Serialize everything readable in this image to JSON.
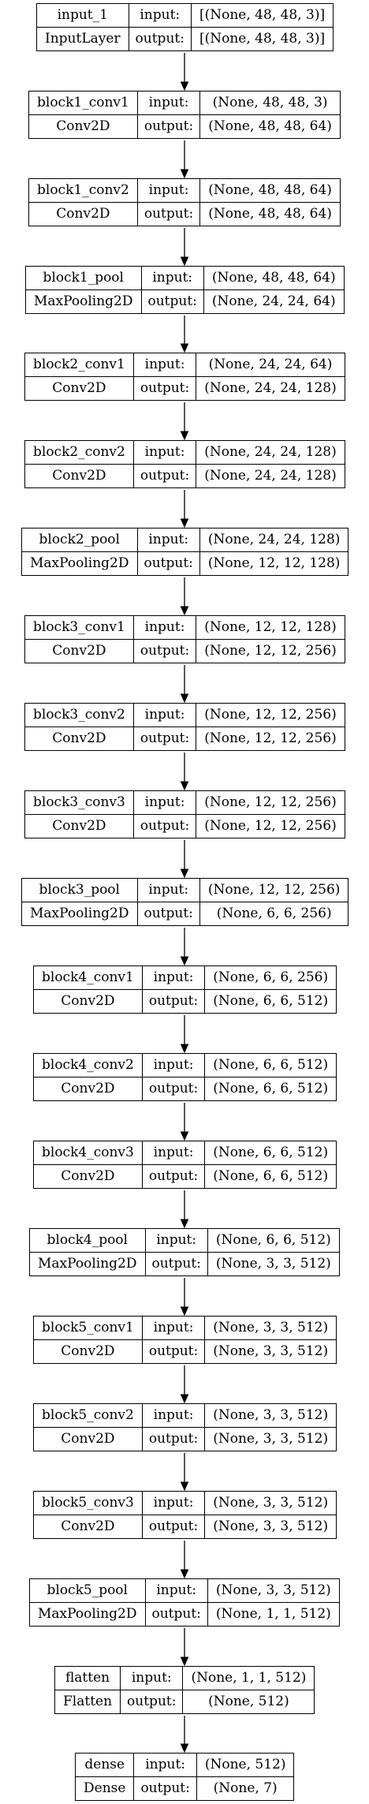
{
  "layers": [
    {
      "name": "input_1",
      "type": "InputLayer",
      "input_label": "input:",
      "output_label": "output:",
      "input_shape": "[(None, 48, 48, 3)]",
      "output_shape": "[(None, 48, 48, 3)]"
    },
    {
      "name": "block1_conv1",
      "type": "Conv2D",
      "input_label": "input:",
      "output_label": "output:",
      "input_shape": "(None, 48, 48, 3)",
      "output_shape": "(None, 48, 48, 64)"
    },
    {
      "name": "block1_conv2",
      "type": "Conv2D",
      "input_label": "input:",
      "output_label": "output:",
      "input_shape": "(None, 48, 48, 64)",
      "output_shape": "(None, 48, 48, 64)"
    },
    {
      "name": "block1_pool",
      "type": "MaxPooling2D",
      "input_label": "input:",
      "output_label": "output:",
      "input_shape": "(None, 48, 48, 64)",
      "output_shape": "(None, 24, 24, 64)"
    },
    {
      "name": "block2_conv1",
      "type": "Conv2D",
      "input_label": "input:",
      "output_label": "output:",
      "input_shape": "(None, 24, 24, 64)",
      "output_shape": "(None, 24, 24, 128)"
    },
    {
      "name": "block2_conv2",
      "type": "Conv2D",
      "input_label": "input:",
      "output_label": "output:",
      "input_shape": "(None, 24, 24, 128)",
      "output_shape": "(None, 24, 24, 128)"
    },
    {
      "name": "block2_pool",
      "type": "MaxPooling2D",
      "input_label": "input:",
      "output_label": "output:",
      "input_shape": "(None, 24, 24, 128)",
      "output_shape": "(None, 12, 12, 128)"
    },
    {
      "name": "block3_conv1",
      "type": "Conv2D",
      "input_label": "input:",
      "output_label": "output:",
      "input_shape": "(None, 12, 12, 128)",
      "output_shape": "(None, 12, 12, 256)"
    },
    {
      "name": "block3_conv2",
      "type": "Conv2D",
      "input_label": "input:",
      "output_label": "output:",
      "input_shape": "(None, 12, 12, 256)",
      "output_shape": "(None, 12, 12, 256)"
    },
    {
      "name": "block3_conv3",
      "type": "Conv2D",
      "input_label": "input:",
      "output_label": "output:",
      "input_shape": "(None, 12, 12, 256)",
      "output_shape": "(None, 12, 12, 256)"
    },
    {
      "name": "block3_pool",
      "type": "MaxPooling2D",
      "input_label": "input:",
      "output_label": "output:",
      "input_shape": "(None, 12, 12, 256)",
      "output_shape": "(None, 6, 6, 256)"
    },
    {
      "name": "block4_conv1",
      "type": "Conv2D",
      "input_label": "input:",
      "output_label": "output:",
      "input_shape": "(None, 6, 6, 256)",
      "output_shape": "(None, 6, 6, 512)"
    },
    {
      "name": "block4_conv2",
      "type": "Conv2D",
      "input_label": "input:",
      "output_label": "output:",
      "input_shape": "(None, 6, 6, 512)",
      "output_shape": "(None, 6, 6, 512)"
    },
    {
      "name": "block4_conv3",
      "type": "Conv2D",
      "input_label": "input:",
      "output_label": "output:",
      "input_shape": "(None, 6, 6, 512)",
      "output_shape": "(None, 6, 6, 512)"
    },
    {
      "name": "block4_pool",
      "type": "MaxPooling2D",
      "input_label": "input:",
      "output_label": "output:",
      "input_shape": "(None, 6, 6, 512)",
      "output_shape": "(None, 3, 3, 512)"
    },
    {
      "name": "block5_conv1",
      "type": "Conv2D",
      "input_label": "input:",
      "output_label": "output:",
      "input_shape": "(None, 3, 3, 512)",
      "output_shape": "(None, 3, 3, 512)"
    },
    {
      "name": "block5_conv2",
      "type": "Conv2D",
      "input_label": "input:",
      "output_label": "output:",
      "input_shape": "(None, 3, 3, 512)",
      "output_shape": "(None, 3, 3, 512)"
    },
    {
      "name": "block5_conv3",
      "type": "Conv2D",
      "input_label": "input:",
      "output_label": "output:",
      "input_shape": "(None, 3, 3, 512)",
      "output_shape": "(None, 3, 3, 512)"
    },
    {
      "name": "block5_pool",
      "type": "MaxPooling2D",
      "input_label": "input:",
      "output_label": "output:",
      "input_shape": "(None, 3, 3, 512)",
      "output_shape": "(None, 1, 1, 512)"
    },
    {
      "name": "flatten",
      "type": "Flatten",
      "input_label": "input:",
      "output_label": "output:",
      "input_shape": "(None, 1, 1, 512)",
      "output_shape": "(None, 512)"
    },
    {
      "name": "dense",
      "type": "Dense",
      "input_label": "input:",
      "output_label": "output:",
      "input_shape": "(None, 512)",
      "output_shape": "(None, 7)"
    }
  ],
  "colors": {
    "stroke": "#000000",
    "background": "#ffffff"
  }
}
